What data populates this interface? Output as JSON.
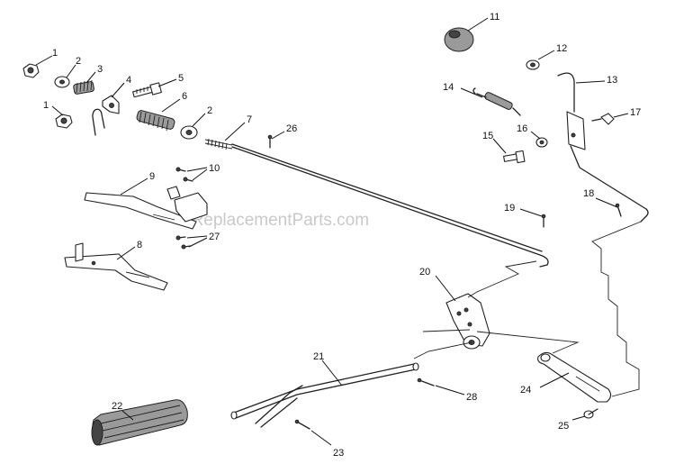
{
  "watermark": "eReplacementParts.com",
  "callouts": [
    {
      "id": "1a",
      "label": "1"
    },
    {
      "id": "1b",
      "label": "1"
    },
    {
      "id": "2a",
      "label": "2"
    },
    {
      "id": "2b",
      "label": "2"
    },
    {
      "id": "3",
      "label": "3"
    },
    {
      "id": "4",
      "label": "4"
    },
    {
      "id": "5",
      "label": "5"
    },
    {
      "id": "6",
      "label": "6"
    },
    {
      "id": "7",
      "label": "7"
    },
    {
      "id": "8",
      "label": "8"
    },
    {
      "id": "9",
      "label": "9"
    },
    {
      "id": "10",
      "label": "10"
    },
    {
      "id": "11",
      "label": "11"
    },
    {
      "id": "12",
      "label": "12"
    },
    {
      "id": "13",
      "label": "13"
    },
    {
      "id": "14",
      "label": "14"
    },
    {
      "id": "15",
      "label": "15"
    },
    {
      "id": "16",
      "label": "16"
    },
    {
      "id": "17",
      "label": "17"
    },
    {
      "id": "18",
      "label": "18"
    },
    {
      "id": "19",
      "label": "19"
    },
    {
      "id": "20",
      "label": "20"
    },
    {
      "id": "21",
      "label": "21"
    },
    {
      "id": "22",
      "label": "22"
    },
    {
      "id": "23",
      "label": "23"
    },
    {
      "id": "24",
      "label": "24"
    },
    {
      "id": "25",
      "label": "25"
    },
    {
      "id": "26",
      "label": "26"
    },
    {
      "id": "27",
      "label": "27"
    },
    {
      "id": "28",
      "label": "28"
    }
  ]
}
